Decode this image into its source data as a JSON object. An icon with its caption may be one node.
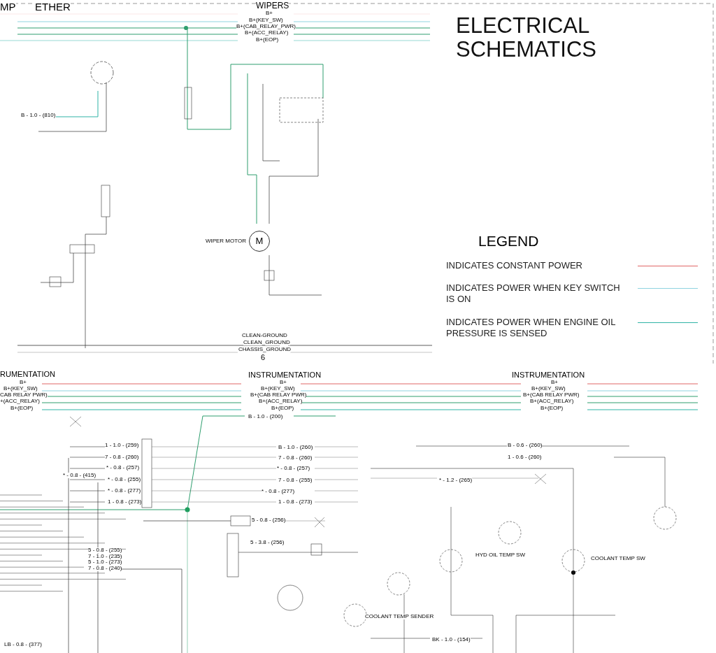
{
  "diagram": {
    "title": "ELECTRICAL SCHEMATICS",
    "nodes": [
      {
        "text": [
          "M"
        ],
        "beside": [
          "WIPER MOTOR"
        ]
      }
    ],
    "edges": [],
    "labels": [
      "MP",
      "ETHER",
      "WIPERS",
      "B+",
      "B+(KEY_SW)",
      "B+(CAB_RELAY_PWR)",
      "B+(ACC_RELAY)",
      "B+(EOP)",
      "LEGEND",
      "CLEAN-GROUND",
      "CLEAN_GROUND",
      "CHASSIS_GROUND",
      "6",
      "RUMENTATION",
      "INSTRUMENTATION",
      "INSTRUMENTATION",
      "B+",
      "B+(KEY_SW)",
      "CAB RELAY PWR)",
      "+(ACC_RELAY)",
      "B+(EOP)",
      "B+",
      "B+(KEY_SW)",
      "B+(CAB RELAY PWR)",
      "B+(ACC_RELAY)",
      "B+(EOP)",
      "B+",
      "B+(KEY_SW)",
      "B+(CAB RELAY PWR)",
      "B+(ACC_RELAY)",
      "B+(EOP)",
      "B - 1.0 - (810)",
      "B - 1.0 - (200)",
      "1 - 1.0 - (259)",
      "7 - 0.8 - (260)",
      "* - 0.8 - (257)",
      "* - 0.8 - (255)",
      "* - 0.8 - (277)",
      "1 - 0.8 - (273)",
      "* - 0.8 - (415)",
      "B - 1.0 - (260)",
      "7 - 0.8 - (260)",
      "* - 0.8 - (257)",
      "7 - 0.8 - (255)",
      "* - 0.8 - (277)",
      "1 - 0.8 - (273)",
      "B - 0.6 - (260)",
      "1 - 0.6 - (260)",
      "* - 1.2 - (265)",
      "5 - 0.8 - (255)",
      "7 - 1.0 - (235)",
      "5 - 1.0 - (273)",
      "7 - 0.8 - (240)",
      "5 - 0.8 - (256)",
      "5 - 3.8 - (256)",
      "BK - 1.0 - (154)",
      "LB - 0.8 - (377)",
      "HYD OIL TEMP SW",
      "COOLANT TEMP SW",
      "COOLANT TEMP SENDER"
    ],
    "legend": [
      {
        "text": "INDICATES CONSTANT POWER",
        "color": "#e06666"
      },
      {
        "text": "INDICATES POWER WHEN KEY SWITCH IS ON",
        "color": "#8fd3e0"
      },
      {
        "text": "INDICATES POWER WHEN ENGINE OIL PRESSURE IS SENSED",
        "color": "#2fb3a6"
      }
    ]
  }
}
